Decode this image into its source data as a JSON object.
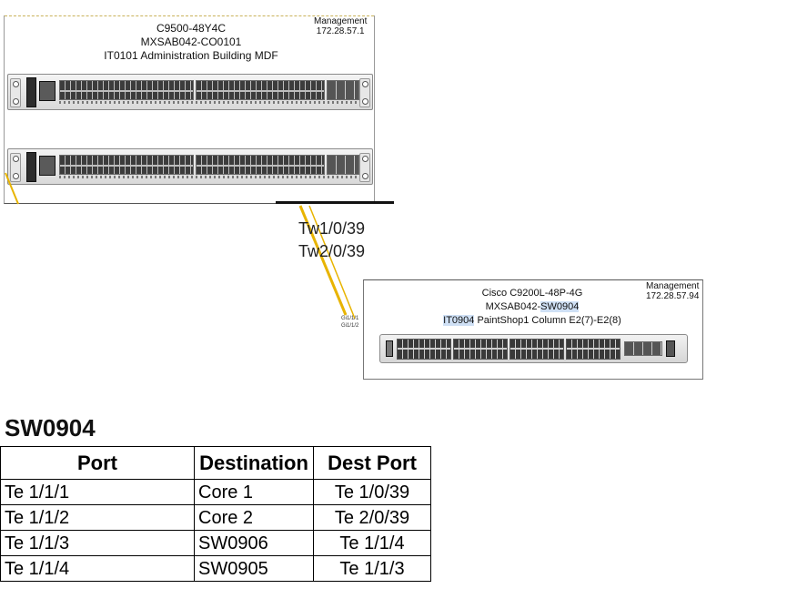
{
  "core_switch": {
    "model": "C9500-48Y4C",
    "hostname": "MXSAB042-CO0101",
    "location": "IT0101 Administration Building MDF",
    "management_label": "Management",
    "management_ip": "172.28.57.1"
  },
  "uplink_labels": [
    "Tw1/0/39",
    "Tw2/0/39"
  ],
  "access_switch": {
    "model": "Cisco C9200L-48P-4G",
    "hostname_prefix": "MXSAB042-",
    "hostname_hl": "SW0904",
    "location_hl": "IT0904",
    "location_rest": " PaintShop1 Column E2(7)-E2(8)",
    "management_label": "Management",
    "management_ip": "172.28.57.94",
    "port_labels": [
      "Gi1/1/1",
      "Gi1/1/2"
    ]
  },
  "section": {
    "heading": "SW0904",
    "columns": [
      "Port",
      "Destination",
      "Dest Port"
    ],
    "rows": [
      [
        "Te 1/1/1",
        "Core 1",
        "Te 1/0/39"
      ],
      [
        "Te 1/1/2",
        "Core 2",
        "Te 2/0/39"
      ],
      [
        "Te 1/1/3",
        "SW0906",
        "Te 1/1/4"
      ],
      [
        "Te 1/1/4",
        "SW0905",
        "Te 1/1/3"
      ]
    ]
  },
  "colors": {
    "link": "#e8b400",
    "highlight": "#cfe0f5"
  }
}
